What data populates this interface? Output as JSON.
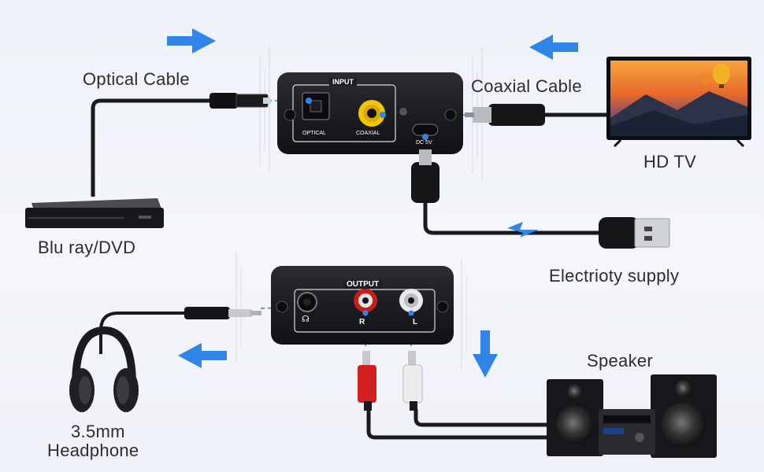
{
  "labels": {
    "optical_cable": "Optical Cable",
    "coaxial_cable": "Coaxial Cable",
    "hd_tv": "HD TV",
    "blu_ray": "Blu ray/DVD",
    "electricity_supply": "Electrioty supply",
    "speaker": "Speaker",
    "headphone_line1": "3.5mm",
    "headphone_line2": "Headphone"
  },
  "input_box": {
    "title": "INPUT",
    "optical_port": "OPTICAL",
    "coaxial_port": "COAXIAL",
    "dc_port": "DC 5V"
  },
  "output_box": {
    "title": "OUTPUT",
    "right_channel": "R",
    "left_channel": "L"
  },
  "colors": {
    "arrow_blue": "#2f86e6",
    "device_dark": "#1d1e22",
    "rca_red": "#d21f1f",
    "rca_white": "#ececec",
    "rca_yellow": "#f2c500"
  },
  "icons": [
    "arrow-right-icon",
    "arrow-left-icon",
    "arrow-down-icon",
    "headphone-icon",
    "tv-icon",
    "speaker-icon",
    "bluray-player-icon",
    "usb-plug-icon"
  ]
}
